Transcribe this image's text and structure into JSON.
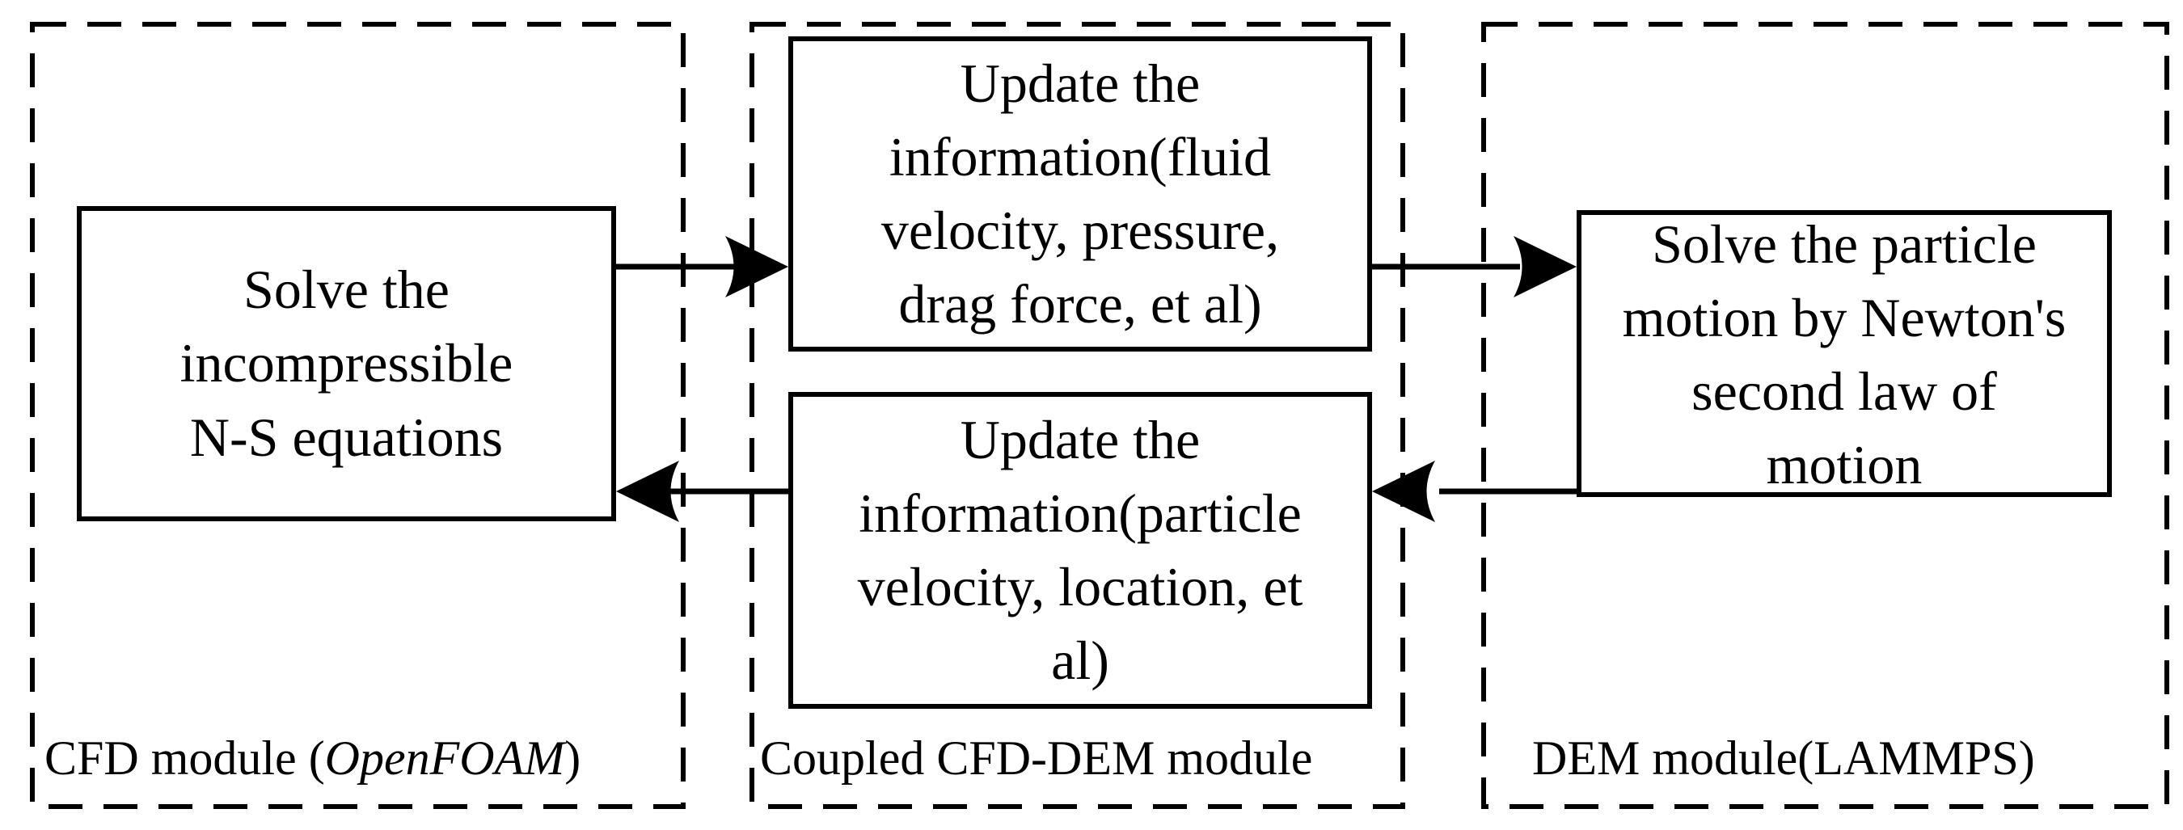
{
  "modules": {
    "cfd": {
      "label_prefix": "CFD module (",
      "label_italic": "OpenFOAM",
      "label_suffix": ")"
    },
    "coupled": {
      "label": "Coupled CFD-DEM module"
    },
    "dem": {
      "label": "DEM module(LAMMPS)"
    }
  },
  "boxes": {
    "cfd_solve": "Solve the\nincompressible\nN-S equations",
    "update_fluid": "Update the\ninformation(fluid\nvelocity, pressure,\ndrag force, et al)",
    "update_particle": "Update the\ninformation(particle\nvelocity, location, et\nal)",
    "dem_solve": "Solve the particle\nmotion by Newton's\nsecond law of\nmotion"
  }
}
